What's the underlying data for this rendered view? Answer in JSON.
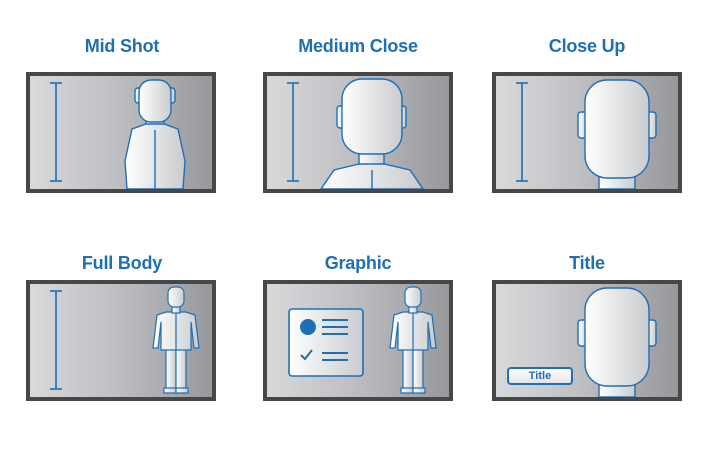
{
  "shots": [
    {
      "title": "Mid Shot"
    },
    {
      "title": "Medium Close"
    },
    {
      "title": "Close Up"
    },
    {
      "title": "Full Body"
    },
    {
      "title": "Graphic"
    },
    {
      "title": "Title",
      "badge_label": "Title"
    }
  ],
  "colors": {
    "accent": "#1f6fb5",
    "frame_border": "#474747",
    "figure_fill": "#ffffff"
  }
}
